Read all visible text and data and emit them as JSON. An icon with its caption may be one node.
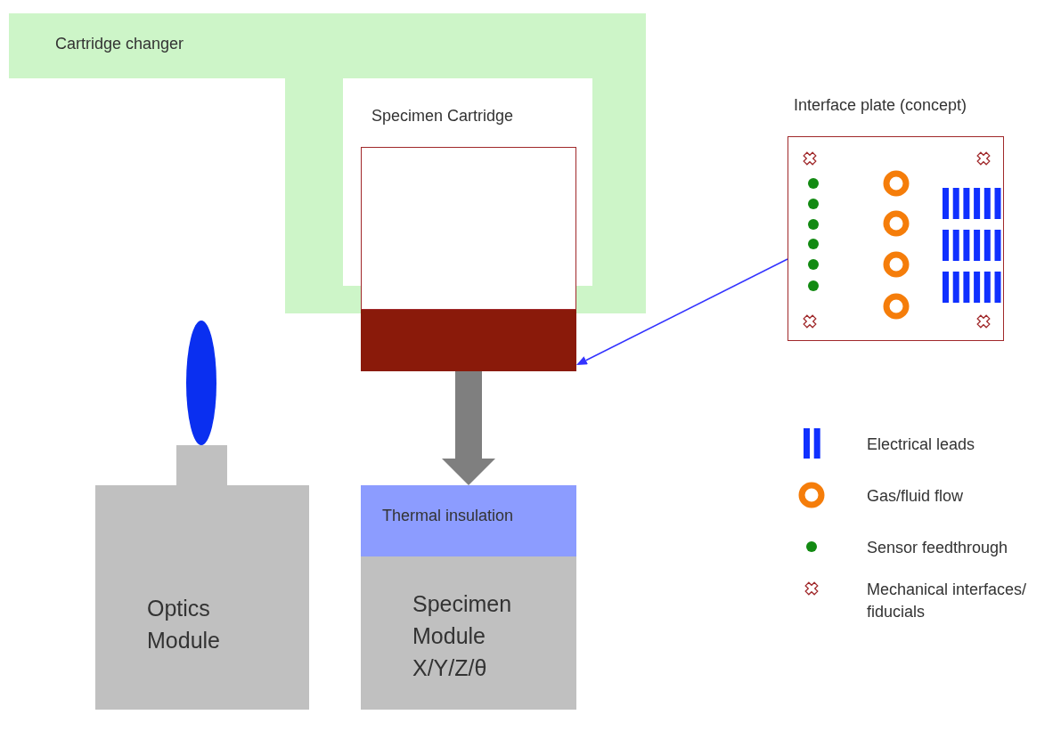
{
  "diagram": {
    "nodes": [
      {
        "text": [
          "Cartridge changer"
        ]
      },
      {
        "text": [
          "Specimen Cartridge"
        ]
      },
      {
        "text": [
          "Interface plate (concept)"
        ]
      },
      {
        "text": [],
        "shape": "bar"
      },
      {
        "text": [
          "Optics Module"
        ]
      },
      {
        "text": [
          "Specimen Module X/Y/Z/θ"
        ]
      },
      {
        "text": [
          "Thermal insulation"
        ],
        "in": 5
      }
    ],
    "edges": [
      {
        "from": 2,
        "to": 3,
        "arrow": "to",
        "color": "#3333ff"
      },
      {
        "from": 3,
        "to": 6,
        "arrow": "to",
        "style": "thick",
        "color": "#7f7f7f"
      }
    ],
    "legend": [
      {
        "text": "Electrical leads"
      },
      {
        "text": "Gas/fluid flow"
      },
      {
        "text": "Sensor feedthrough"
      },
      {
        "text": "Mechanical interfaces/ fiducials"
      }
    ]
  }
}
